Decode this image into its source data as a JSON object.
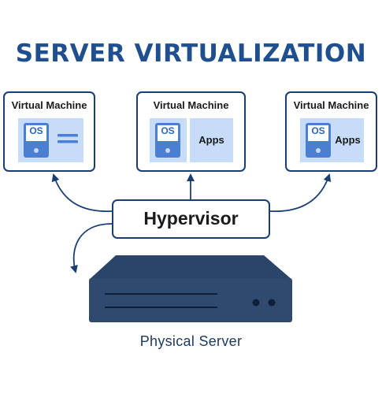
{
  "title": "SERVER VIRTUALIZATION",
  "virtual_machines": [
    {
      "label": "Virtual Machine",
      "os_label": "OS",
      "apps_label": ""
    },
    {
      "label": "Virtual Machine",
      "os_label": "OS",
      "apps_label": "Apps"
    },
    {
      "label": "Virtual Machine",
      "os_label": "OS",
      "apps_label": "Apps"
    }
  ],
  "hypervisor": {
    "label": "Hypervisor"
  },
  "physical_server": {
    "label": "Physical Server"
  },
  "colors": {
    "title": "#1f4f8e",
    "border": "#1b3e72",
    "panel": "#c7dcf8",
    "os_icon": "#4a7fd1",
    "server": "#2f4a6e"
  }
}
